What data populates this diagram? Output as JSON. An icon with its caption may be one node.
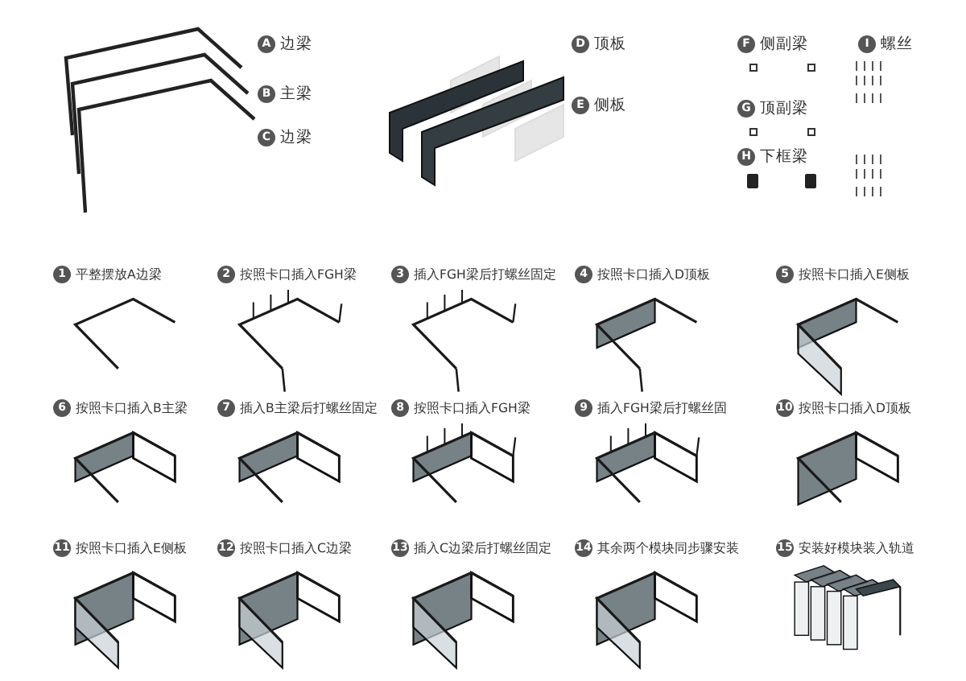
{
  "diagram": {
    "labels": [
      "A",
      "边梁",
      "D",
      "顶板",
      "F",
      "侧副梁",
      "I",
      "螺丝",
      "B",
      "主梁",
      "E",
      "侧板",
      "G",
      "顶副梁",
      "C",
      "边梁",
      "H",
      "下框梁",
      "1",
      "平整摆放A边梁",
      "2",
      "按照卡口插入FGH梁",
      "3",
      "插入FGH梁后打螺丝固定",
      "4",
      "按照卡口插入D顶板",
      "5",
      "按照卡口插入E侧板",
      "6",
      "按照卡口插入B主梁",
      "7",
      "插入B主梁后打螺丝固定",
      "8",
      "按照卡口插入FGH梁",
      "9",
      "插入FGH梁后打螺丝固",
      "10",
      "按照卡口插入D顶板",
      "11",
      "按照卡口插入E侧板",
      "12",
      "按照卡口插入C边梁",
      "13",
      "插入C边梁后打螺丝固定",
      "14",
      "其余两个模块同步骤安装",
      "15",
      "安装好模块装入轨道"
    ]
  }
}
